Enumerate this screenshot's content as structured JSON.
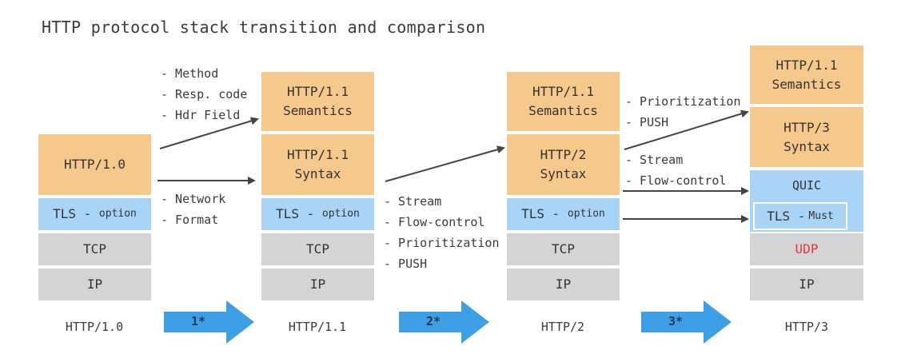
{
  "title": "HTTP protocol stack transition and comparison",
  "stacks": [
    {
      "label": "HTTP/1.0",
      "layers": {
        "http": "HTTP/1.0",
        "tls": "TLS -",
        "tls_note": "option",
        "tcp": "TCP",
        "ip": "IP"
      }
    },
    {
      "label": "HTTP/1.1",
      "layers": {
        "sem_1": "HTTP/1.1",
        "sem_2": "Semantics",
        "syn_1": "HTTP/1.1",
        "syn_2": "Syntax",
        "tls": "TLS -",
        "tls_note": "option",
        "tcp": "TCP",
        "ip": "IP"
      }
    },
    {
      "label": "HTTP/2",
      "layers": {
        "sem_1": "HTTP/1.1",
        "sem_2": "Semantics",
        "syn_1": "HTTP/2",
        "syn_2": "Syntax",
        "tls": "TLS -",
        "tls_note": "option",
        "tcp": "TCP",
        "ip": "IP"
      }
    },
    {
      "label": "HTTP/3",
      "layers": {
        "sem_1": "HTTP/1.1",
        "sem_2": "Semantics",
        "syn_1": "HTTP/3",
        "syn_2": "Syntax",
        "quic": "QUIC",
        "tls": "TLS -",
        "tls_note": "Must",
        "udp": "UDP",
        "ip": "IP"
      }
    }
  ],
  "notes": {
    "semantics": [
      "- Method",
      "- Resp. code",
      "- Hdr Field"
    ],
    "syntax": [
      "- Network",
      "- Format"
    ],
    "h2_features": [
      "- Stream",
      "- Flow-control",
      "- Prioritization",
      "- PUSH"
    ],
    "h3_semantics": [
      "- Prioritization",
      "- PUSH"
    ],
    "h3_syntax": [
      "- Stream",
      "- Flow-control"
    ]
  },
  "transitions": [
    "1*",
    "2*",
    "3*"
  ],
  "colors": {
    "http_layer": "#f5c88c",
    "tls_layer": "#a9d4f5",
    "transport_layer": "#d4d4d4",
    "udp_text": "#e23b3b",
    "transition_arrow": "#3f9fe6"
  }
}
